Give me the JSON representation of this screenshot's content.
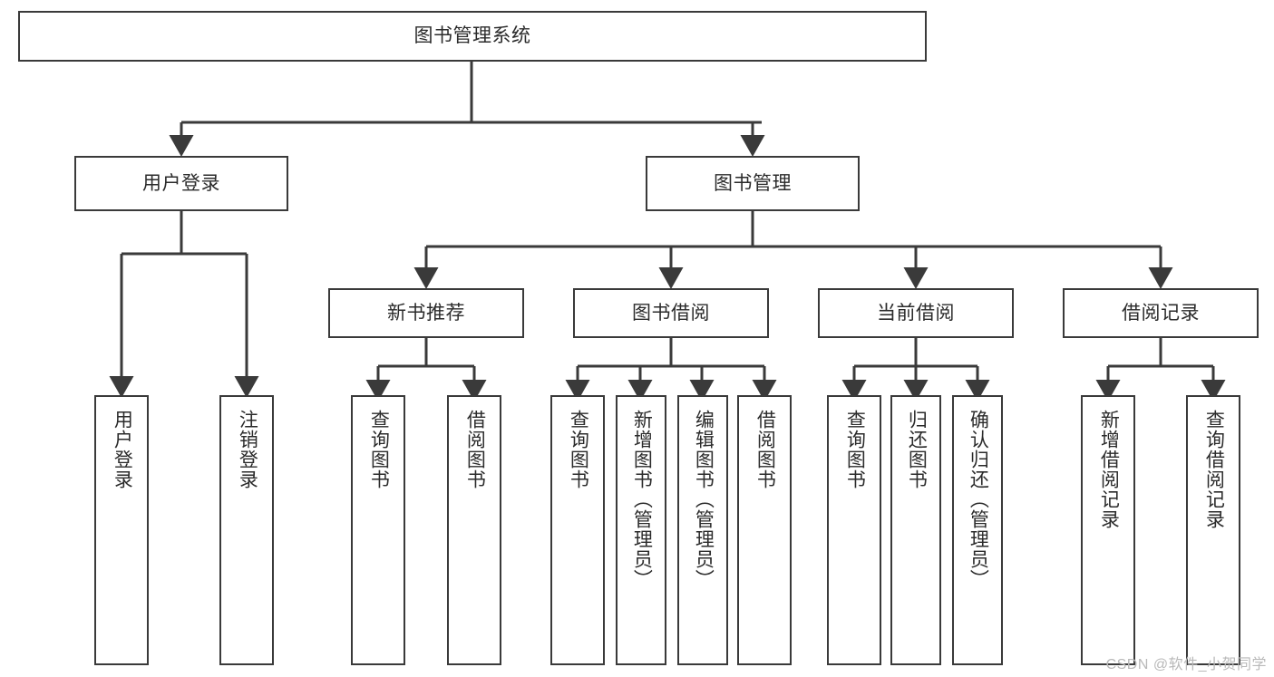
{
  "diagram": {
    "title": "图书管理系统",
    "watermark": "CSDN @软件_小贺同学",
    "style": {
      "border_color": "#3a3a3a",
      "edge_color": "#3a3a3a",
      "text_color": "#2b2b2b",
      "background": "#ffffff",
      "watermark_color": "#b9b9b9"
    },
    "nodes": {
      "root": {
        "label": "图书管理系统"
      },
      "user_login": {
        "label": "用户登录"
      },
      "book_manage": {
        "label": "图书管理"
      },
      "new_book_rec": {
        "label": "新书推荐"
      },
      "book_borrow": {
        "label": "图书借阅"
      },
      "current_borrow": {
        "label": "当前借阅"
      },
      "borrow_record": {
        "label": "借阅记录"
      },
      "leaf_user_login": {
        "label": "用户登录"
      },
      "leaf_logout": {
        "label": "注销登录"
      },
      "leaf_query_book_1": {
        "label": "查询图书"
      },
      "leaf_borrow_book_1": {
        "label": "借阅图书"
      },
      "leaf_query_book_2": {
        "label": "查询图书"
      },
      "leaf_add_book": {
        "label": "新增图书（管理员）"
      },
      "leaf_edit_book": {
        "label": "编辑图书（管理员）"
      },
      "leaf_borrow_book_2": {
        "label": "借阅图书"
      },
      "leaf_query_book_3": {
        "label": "查询图书"
      },
      "leaf_return_book": {
        "label": "归还图书"
      },
      "leaf_confirm_return": {
        "label": "确认归还（管理员）"
      },
      "leaf_add_record": {
        "label": "新增借阅记录"
      },
      "leaf_query_record": {
        "label": "查询借阅记录"
      }
    }
  }
}
